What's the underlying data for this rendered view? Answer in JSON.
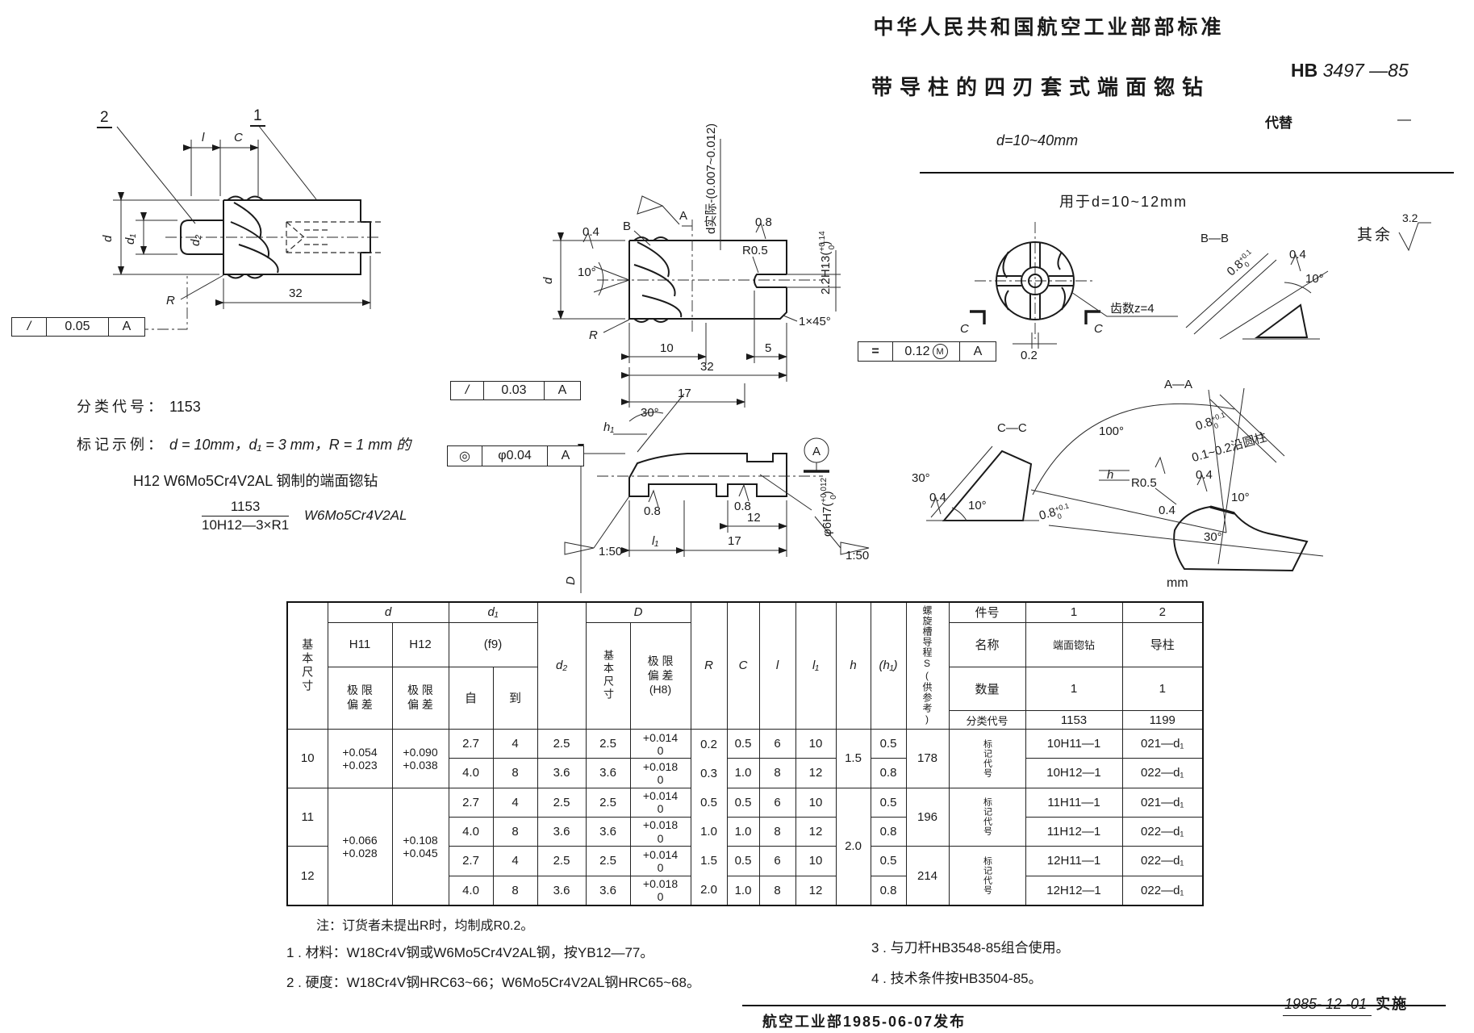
{
  "header": {
    "std_name": "中华人民共和国航空工业部部标准",
    "title": "带导柱的四刃套式端面锪钻",
    "dia_range": "d=10~40mm",
    "code_prefix": "HB",
    "code_rest": "3497  —85",
    "replace_label": "代替",
    "replace_value": "—",
    "usage": "用于d=10~12mm",
    "unit": "mm"
  },
  "left_view": {
    "balloon_1": "1",
    "balloon_2": "2",
    "dim_l": "l",
    "dim_c": "C",
    "dim_d": "d",
    "dim_d1": "d₁",
    "dim_d2": "d₂",
    "dim_r": "R",
    "dim_len": "32"
  },
  "fcf": {
    "runout_left": {
      "symbol": "/",
      "value": "0.05",
      "datum": "A"
    },
    "runout_center": {
      "symbol": "/",
      "value": "0.03",
      "datum": "A"
    },
    "concentricity": {
      "symbol": "◎",
      "value": "φ0.04",
      "datum": "A"
    },
    "symmetry": {
      "symbol": "=",
      "value": "0.12",
      "modifier": "M",
      "datum": "A"
    }
  },
  "class_line": {
    "label": "分类代号：",
    "value": "1153"
  },
  "example": {
    "label": "标记示例：",
    "line1": "d = 10mm，d₁ = 3 mm，R = 1 mm 的",
    "line2": "H12  W6Mo5Cr4V2AL 钢制的端面锪钻",
    "frac_top": "1153",
    "frac_bottom": "10H12—3×R1",
    "steel": "W6Mo5Cr4V2AL"
  },
  "center_view": {
    "finish_04": "0.4",
    "label_b": "B",
    "label_a": "A",
    "d_actual": "d实际-(0.007~0.012)",
    "finish_08": "0.8",
    "r05": "R0.5",
    "dim_d": "d",
    "angle_10": "10°",
    "dim_r": "R",
    "dim_10": "10",
    "dim_5": "5",
    "dim_32": "32",
    "dim_17": "17",
    "angle_30": "30°",
    "dim_h1": "h₁",
    "dim_D": "D",
    "finish_08_l": "0.8",
    "finish_08_r": "0.8",
    "dim_12": "12",
    "dim_l1": "l₁",
    "dim_17b": "17",
    "keyway": {
      "base": "2.2H13(",
      "sup": "+0.14",
      "sub": "0",
      "close": ")"
    },
    "chamfer": "1×45°",
    "bore": {
      "base": "φ6H7(",
      "sup": "+0.012",
      "sub": "0",
      "close": ")"
    },
    "taper_l": "1:50",
    "taper_r": "1:50",
    "datum": "A"
  },
  "front_view": {
    "c_left": "C",
    "c_right": "C",
    "dim_02": "0.2",
    "teeth": "齿数z=4"
  },
  "bb": {
    "title": "B—B",
    "tol_base": "0.8",
    "tol_sup": "+0.1",
    "tol_sub": "0",
    "angle": "10°",
    "finish": "0.4"
  },
  "rest": {
    "label": "其余",
    "value": "3.2"
  },
  "aa": {
    "title": "A—A",
    "angle_100": "100°",
    "tol_base": "0.8",
    "tol_sup": "+0.1",
    "tol_sub": "0",
    "note": "0.1~0.2沿圆柱",
    "dim_h": "h",
    "r05": "R0.5",
    "finish_04": "0.4",
    "angle_10": "10°",
    "dim_04": "0.4",
    "tol2_base": "0.8",
    "tol2_sup": "+0.1",
    "tol2_sub": "0",
    "angle_30": "30°"
  },
  "cc": {
    "title": "C—C",
    "angle_30": "30°",
    "finish_04": "0.4",
    "angle_10": "10°"
  },
  "table": {
    "head": {
      "basic": "基本尺寸",
      "d": "d",
      "h11": "H11",
      "h12": "H12",
      "dev": "极 限\n偏 差",
      "d1": "d₁",
      "f9": "(f9)",
      "from": "自",
      "to": "到",
      "d2": "d₂",
      "D": "D",
      "d_basic": "基本尺寸",
      "d_dev": "极 限\n偏 差",
      "h8": "(H8)",
      "r": "R",
      "c": "C",
      "l": "l",
      "l1": "l₁",
      "h": "h",
      "h1": "(h₁)",
      "s": "螺旋槽导程S(供参考)"
    },
    "part_head": {
      "item": "件号",
      "i1": "1",
      "i2": "2",
      "name": "名称",
      "n1": "端面锪钻",
      "n2": "导柱",
      "qty": "数量",
      "q1": "1",
      "q2": "1",
      "cls": "分类代号",
      "c1": "1153",
      "c2": "1199"
    },
    "mark_label": "标记代号",
    "m": {
      "d10": "10",
      "d11": "11",
      "d12": "12",
      "h11_10_t": "+0.054",
      "h11_10_b": "+0.023",
      "h12_10_t": "+0.090",
      "h12_10_b": "+0.038",
      "h11_x_t": "+0.066",
      "h11_x_b": "+0.028",
      "h12_x_t": "+0.108",
      "h12_x_b": "+0.045",
      "r1": "0.2",
      "r2": "0.3",
      "r3": "0.5",
      "r4": "1.0",
      "r5": "1.5",
      "r6": "2.0",
      "h10": "1.5",
      "hx": "2.0",
      "s10": "178",
      "s11": "196",
      "s12": "214"
    },
    "rows": [
      {
        "f": "2.7",
        "t": "4",
        "d2": "2.5",
        "Db": "2.5",
        "devT": "+0.014",
        "devB": "0",
        "C": "0.5",
        "l": "6",
        "l1": "10",
        "h1": "0.5",
        "c1": "10H11—1",
        "c2": "021—d₁"
      },
      {
        "f": "4.0",
        "t": "8",
        "d2": "3.6",
        "Db": "3.6",
        "devT": "+0.018",
        "devB": "0",
        "C": "1.0",
        "l": "8",
        "l1": "12",
        "h1": "0.8",
        "c1": "10H12—1",
        "c2": "022—d₁"
      },
      {
        "f": "2.7",
        "t": "4",
        "d2": "2.5",
        "Db": "2.5",
        "devT": "+0.014",
        "devB": "0",
        "C": "0.5",
        "l": "6",
        "l1": "10",
        "h1": "0.5",
        "c1": "11H11—1",
        "c2": "021—d₁"
      },
      {
        "f": "4.0",
        "t": "8",
        "d2": "3.6",
        "Db": "3.6",
        "devT": "+0.018",
        "devB": "0",
        "C": "1.0",
        "l": "8",
        "l1": "12",
        "h1": "0.8",
        "c1": "11H12—1",
        "c2": "022—d₁"
      },
      {
        "f": "2.7",
        "t": "4",
        "d2": "2.5",
        "Db": "2.5",
        "devT": "+0.014",
        "devB": "0",
        "C": "0.5",
        "l": "6",
        "l1": "10",
        "h1": "0.5",
        "c1": "12H11—1",
        "c2": "022—d₁"
      },
      {
        "f": "4.0",
        "t": "8",
        "d2": "3.6",
        "Db": "3.6",
        "devT": "+0.018",
        "devB": "0",
        "C": "1.0",
        "l": "8",
        "l1": "12",
        "h1": "0.8",
        "c1": "12H12—1",
        "c2": "022—d₁"
      }
    ]
  },
  "notes": {
    "table_note": "注：订货者未提出R时，均制成R0.2。",
    "n1": "1 . 材料：W18Cr4V钢或W6Mo5Cr4V2AL钢，按YB12—77。",
    "n2": "2 . 硬度：W18Cr4V钢HRC63~66；W6Mo5Cr4V2AL钢HRC65~68。",
    "n3": "3 . 与刀杆HB3548-85组合使用。",
    "n4": "4 . 技术条件按HB3504-85。"
  },
  "footer": {
    "issue": "航空工业部1985-06-07发布",
    "impl_date": "1985- 12 -01",
    "impl": "实施"
  }
}
